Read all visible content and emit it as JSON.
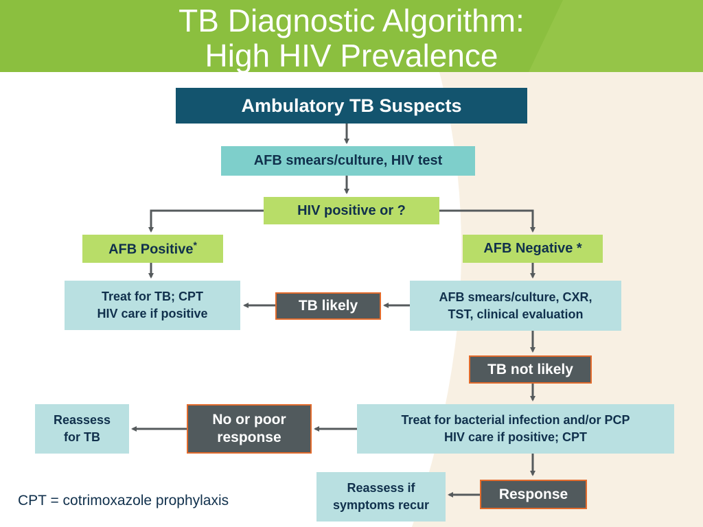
{
  "title": {
    "line1": "TB Diagnostic Algorithm:",
    "line2": "High HIV Prevalence"
  },
  "nodes": {
    "suspects": "Ambulatory TB Suspects",
    "afb_hiv_test": "AFB smears/culture, HIV test",
    "hiv_positive": "HIV positive or ?",
    "afb_positive": "AFB Positive",
    "afb_positive_mark": "*",
    "afb_negative": "AFB Negative *",
    "treat_tb": "Treat for TB; CPT\nHIV care if positive",
    "tb_likely": "TB likely",
    "evaluation": "AFB smears/culture, CXR,\nTST, clinical evaluation",
    "tb_not_likely": "TB not likely",
    "treat_bacterial": "Treat for bacterial infection and/or PCP\nHIV care if positive; CPT",
    "no_response": "No or poor\nresponse",
    "reassess_tb": "Reassess\nfor TB",
    "response": "Response",
    "reassess_recur": "Reassess if\nsymptoms recur"
  },
  "footnote": "CPT = cotrimoxazole prophylaxis",
  "colors": {
    "header_green": "#8bbf3f",
    "dark_blue": "#13546e",
    "teal": "#7ecfcb",
    "lime": "#b8dd68",
    "light_blue": "#b9e0e1",
    "dark_grey": "#515a5d",
    "orange_border": "#e26b2c",
    "arrow": "#555a5c",
    "cream": "#f8f0e3",
    "text_navy": "#10304c"
  }
}
